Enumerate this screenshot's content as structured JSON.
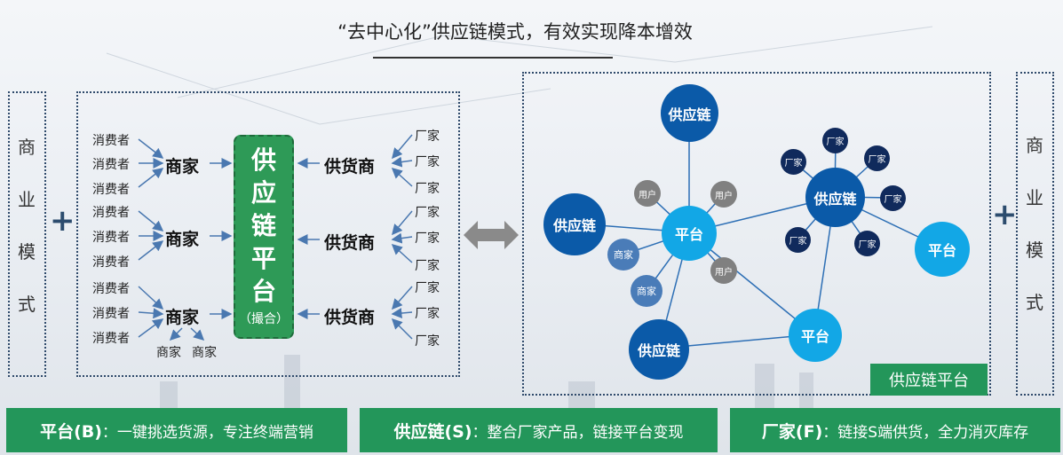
{
  "title": "“去中心化”供应链模式，有效实现降本增效",
  "left_label": "商业模式",
  "right_label": "商业模式",
  "plus": "+",
  "consumer": "消费者",
  "merchant": "商家",
  "supplier": "供货商",
  "factory": "厂家",
  "center": {
    "main": "供应链平台",
    "sub": "（撮合）"
  },
  "sub_merchants": [
    "商家",
    "商家"
  ],
  "network": {
    "supply_chain": "供应链",
    "platform": "平台",
    "user": "用户",
    "merchant": "商家",
    "factory": "厂家"
  },
  "badge": "供应链平台",
  "bottom": [
    {
      "bold": "平台(B)",
      "text": "：一键挑选货源，专注终端营销"
    },
    {
      "bold": "供应链(S)",
      "text": "：整合厂家产品，链接平台变现"
    },
    {
      "bold": "厂家(F)",
      "text": "：链接S端供货，全力消灭库存"
    }
  ],
  "colors": {
    "green": "#23965a",
    "dark_blue": "#0b5aa8",
    "light_blue": "#12a7e6",
    "navy": "#102a5c",
    "gray": "#808080",
    "steel": "#4a7cb8"
  }
}
